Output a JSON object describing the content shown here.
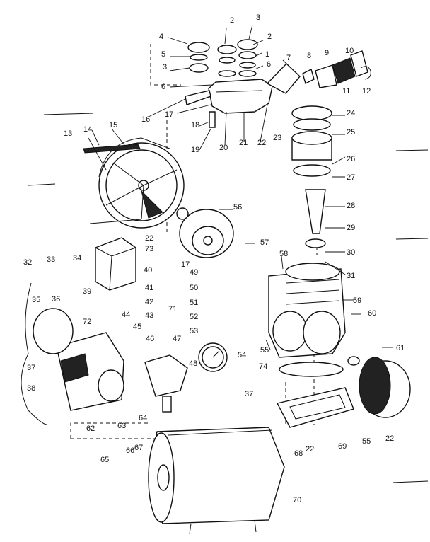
{
  "diagram": {
    "callouts": [
      "1",
      "2",
      "2",
      "3",
      "3",
      "4",
      "5",
      "6",
      "6",
      "7",
      "8",
      "9",
      "10",
      "11",
      "12",
      "13",
      "14",
      "15",
      "16",
      "17",
      "17",
      "18",
      "19",
      "20",
      "21",
      "22",
      "22",
      "22",
      "22",
      "23",
      "24",
      "25",
      "26",
      "27",
      "28",
      "29",
      "30",
      "31",
      "32",
      "33",
      "34",
      "35",
      "36",
      "37",
      "37",
      "38",
      "39",
      "40",
      "41",
      "42",
      "43",
      "44",
      "45",
      "46",
      "47",
      "48",
      "49",
      "50",
      "51",
      "52",
      "53",
      "54",
      "55",
      "55",
      "56",
      "57",
      "58",
      "59",
      "60",
      "61",
      "62",
      "63",
      "64",
      "65",
      "66",
      "67",
      "68",
      "69",
      "70",
      "71",
      "72",
      "73",
      "74"
    ]
  }
}
